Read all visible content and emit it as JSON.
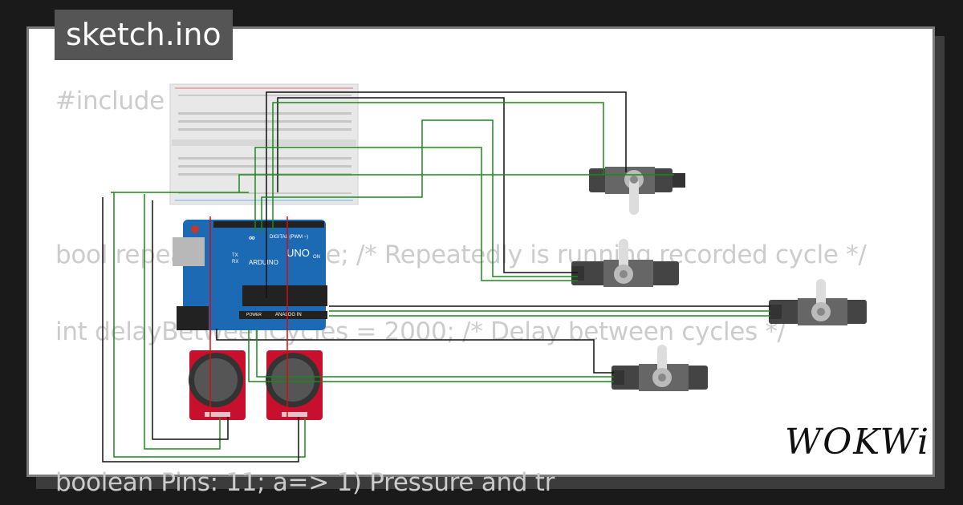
{
  "title": "sketch.ino",
  "code_lines": [
    "#include <",
    "bool repeatedly = false; /* Repeatedly is running recorded cycle */",
    "int delayBetweenCycles = 2000; /* Delay between cycles */",
    "boolean Pins: 11; a=> 1) Pressure and tr"
  ],
  "board": {
    "brand": "ARDUINO",
    "model": "UNO",
    "digital_label": "DIGITAL (PWM ~)",
    "analog_label": "ANALOG IN",
    "power_label": "POWER",
    "tx": "TX",
    "rx": "RX",
    "on": "ON"
  },
  "logo": "WOKWi",
  "colors": {
    "wire_green": "#1a8a1a",
    "wire_black": "#111111",
    "wire_red": "#d01010",
    "board_blue": "#1c6ab3",
    "joystick_red": "#c8102e"
  }
}
